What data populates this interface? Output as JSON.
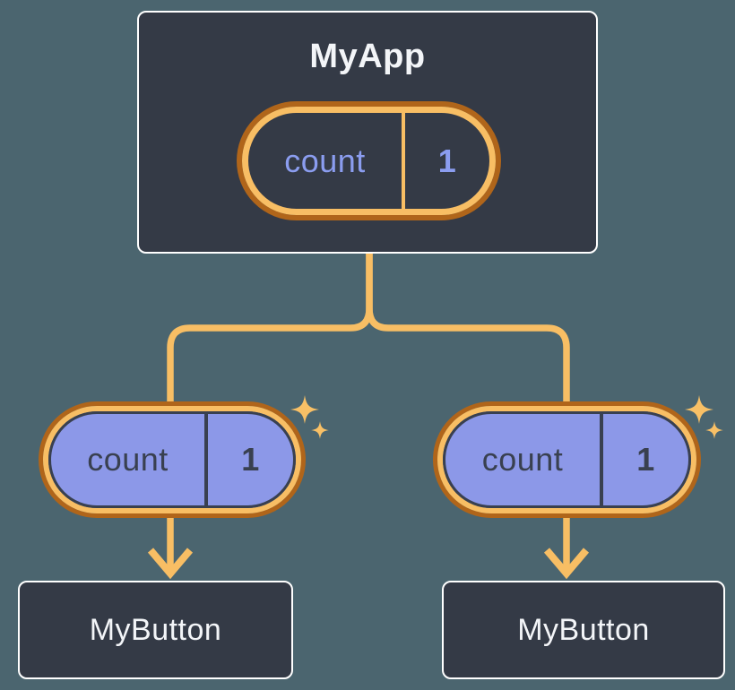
{
  "root": {
    "title": "MyApp",
    "state": {
      "name": "count",
      "value": "1"
    }
  },
  "children": [
    {
      "title": "MyButton",
      "prop": {
        "name": "count",
        "value": "1"
      }
    },
    {
      "title": "MyButton",
      "prop": {
        "name": "count",
        "value": "1"
      }
    }
  ],
  "colors": {
    "background": "#4b656f",
    "card_background": "#343a46",
    "card_border": "#ffffff",
    "card_text": "#f3f5f8",
    "state_text": "#8b9df0",
    "prop_fill": "#8c98e8",
    "prop_text": "#394050",
    "highlight_light": "#f8be64",
    "highlight_dark": "#b0651a"
  },
  "icons": {
    "sparkle-icon": "✦",
    "arrow-down-icon": "↓"
  }
}
